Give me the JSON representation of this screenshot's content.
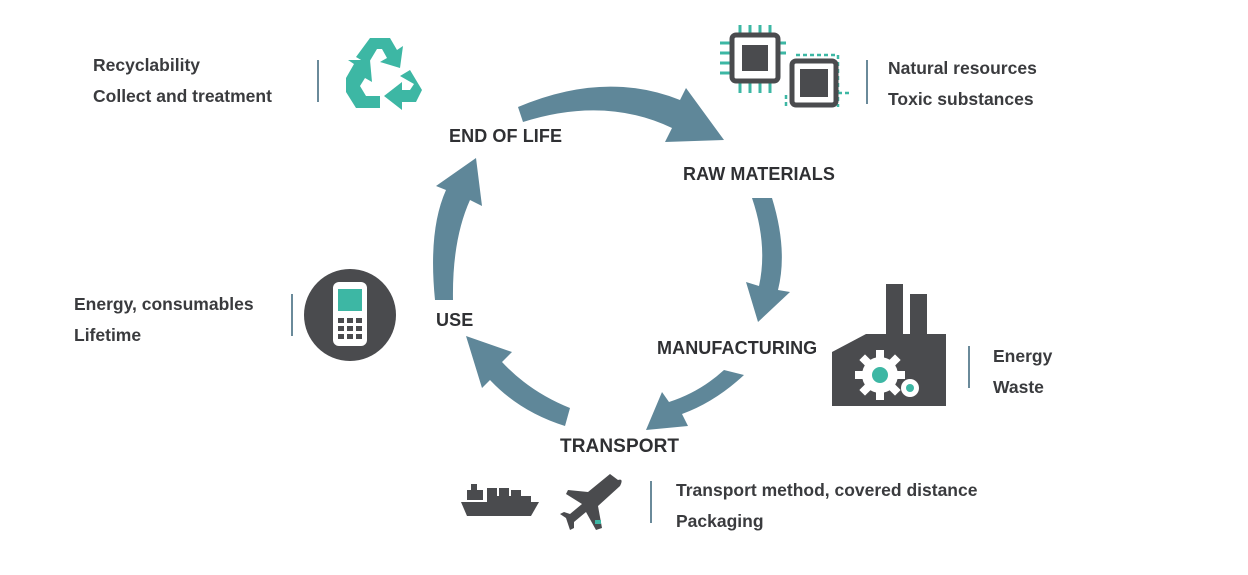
{
  "cycle": {
    "stages": [
      {
        "id": "end-of-life",
        "label": "END OF LIFE"
      },
      {
        "id": "raw-materials",
        "label": "RAW MATERIALS"
      },
      {
        "id": "manufacturing",
        "label": "MANUFACTURING"
      },
      {
        "id": "transport",
        "label": "TRANSPORT"
      },
      {
        "id": "use",
        "label": "USE"
      }
    ]
  },
  "info": {
    "end_of_life": [
      "Recyclability",
      "Collect and treatment"
    ],
    "raw_materials": [
      "Natural resources",
      "Toxic substances"
    ],
    "manufacturing": [
      "Energy",
      "Waste"
    ],
    "transport": [
      "Transport method, covered distance",
      "Packaging"
    ],
    "use": [
      "Energy, consumables",
      "Lifetime"
    ]
  },
  "icons": {
    "end_of_life": "recycle-icon",
    "raw_materials": "microchip-icon",
    "manufacturing": "factory-icon",
    "transport": [
      "ship-icon",
      "airplane-icon"
    ],
    "use": "handheld-device-icon"
  },
  "colors": {
    "arrow": "#5f8799",
    "accent": "#3db7a4",
    "dark": "#4a4b4e",
    "divider": "#6a8a9a"
  }
}
